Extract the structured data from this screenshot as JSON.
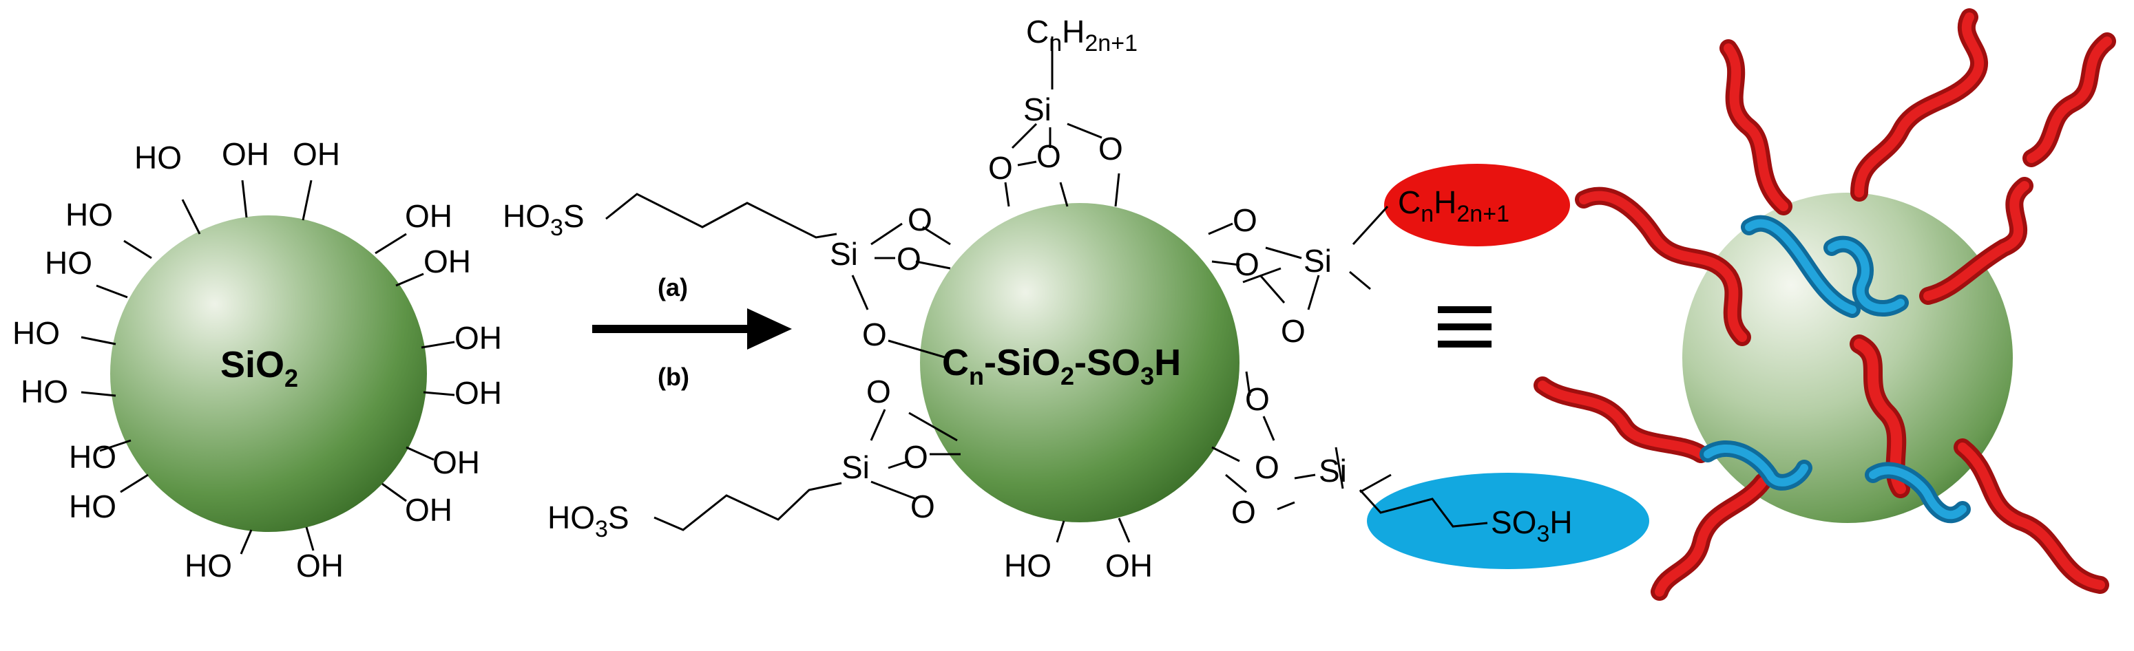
{
  "reaction": {
    "reactant_core": "SiO",
    "reactant_core_sub": "2",
    "hydroxyl": "OH",
    "hydroxyl_rev": "HO",
    "step_a": "(a)",
    "step_b": "(b)",
    "product_core": {
      "cn_C": "C",
      "cn_sub": "n",
      "mid1": "-SiO",
      "mid1_sub": "2",
      "mid2": "-SO",
      "mid2_sub": "3",
      "tail": "H"
    },
    "silicon": "Si",
    "oxygen": "O",
    "sulfonic_left": {
      "ho": "HO",
      "sub": "3",
      "s": "S"
    },
    "sulfonic_right": {
      "so": "SO",
      "sub": "3",
      "h": "H"
    },
    "alkyl": {
      "c": "C",
      "n": "n",
      "h": "H",
      "sub": "2n+1"
    },
    "equivalence": "≡"
  },
  "colors": {
    "sphere_light": "#dfe9d3",
    "sphere_dark": "#3f7a2c",
    "alkyl_red": "#e8120f",
    "sulfo_blue": "#12a8e0",
    "ribbon_red": "#d71a1a",
    "ribbon_blue": "#1f9ad6"
  }
}
